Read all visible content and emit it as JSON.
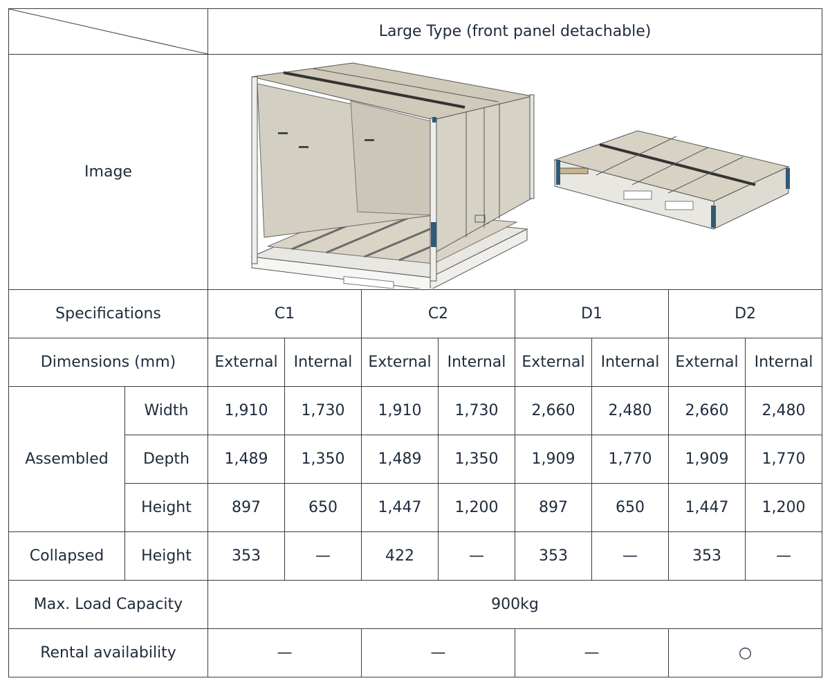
{
  "header": {
    "title": "Large Type (front panel detachable)"
  },
  "image_row": {
    "label": "Image"
  },
  "specifications": {
    "label": "Specifications",
    "models": [
      "C1",
      "C2",
      "D1",
      "D2"
    ]
  },
  "dimensions": {
    "label": "Dimensions (mm)",
    "external": "External",
    "internal": "Internal"
  },
  "assembled": {
    "label": "Assembled",
    "rows": [
      {
        "dim": "Width",
        "values": [
          "1,910",
          "1,730",
          "1,910",
          "1,730",
          "2,660",
          "2,480",
          "2,660",
          "2,480"
        ]
      },
      {
        "dim": "Depth",
        "values": [
          "1,489",
          "1,350",
          "1,489",
          "1,350",
          "1,909",
          "1,770",
          "1,909",
          "1,770"
        ]
      },
      {
        "dim": "Height",
        "values": [
          "897",
          "650",
          "1,447",
          "1,200",
          "897",
          "650",
          "1,447",
          "1,200"
        ]
      }
    ]
  },
  "collapsed": {
    "label": "Collapsed",
    "dim": "Height",
    "values": [
      "353",
      "—",
      "422",
      "—",
      "353",
      "—",
      "353",
      "—"
    ]
  },
  "max_load": {
    "label": "Max. Load Capacity",
    "value": "900kg"
  },
  "rental": {
    "label": "Rental availability",
    "values": [
      "—",
      "—",
      "—",
      "○"
    ]
  }
}
